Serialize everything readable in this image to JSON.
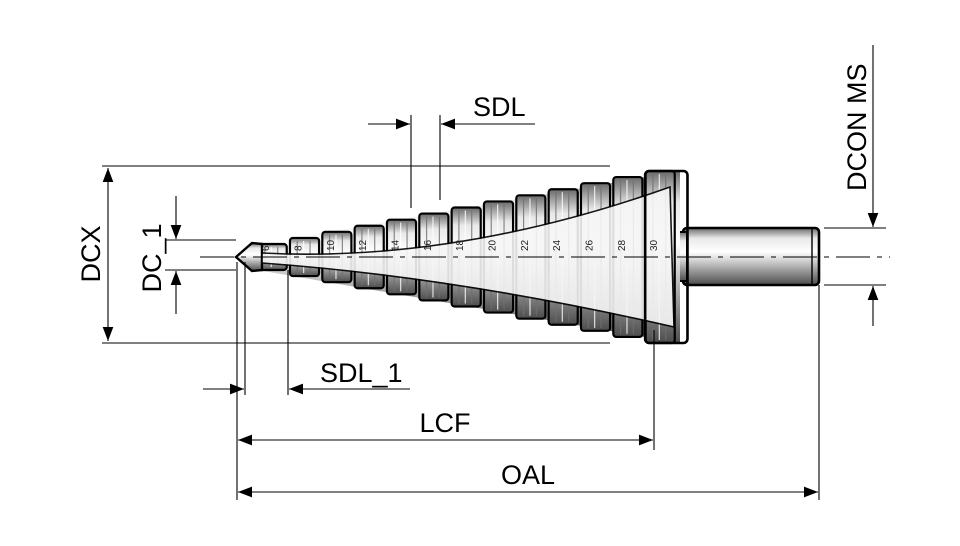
{
  "dimensions": {
    "sdl": "SDL",
    "dcon_ms": "DCON MS",
    "dcx": "DCX",
    "dc_1": "DC_1",
    "sdl_1": "SDL_1",
    "lcf": "LCF",
    "oal": "OAL"
  },
  "step_diameters": [
    "6",
    "8",
    "10",
    "12",
    "14",
    "16",
    "18",
    "20",
    "22",
    "24",
    "26",
    "28",
    "30"
  ],
  "colors": {
    "line": "#000000",
    "steel_light": "#f2f2f2",
    "steel_mid": "#b8b8b8",
    "steel_dark": "#555555"
  }
}
